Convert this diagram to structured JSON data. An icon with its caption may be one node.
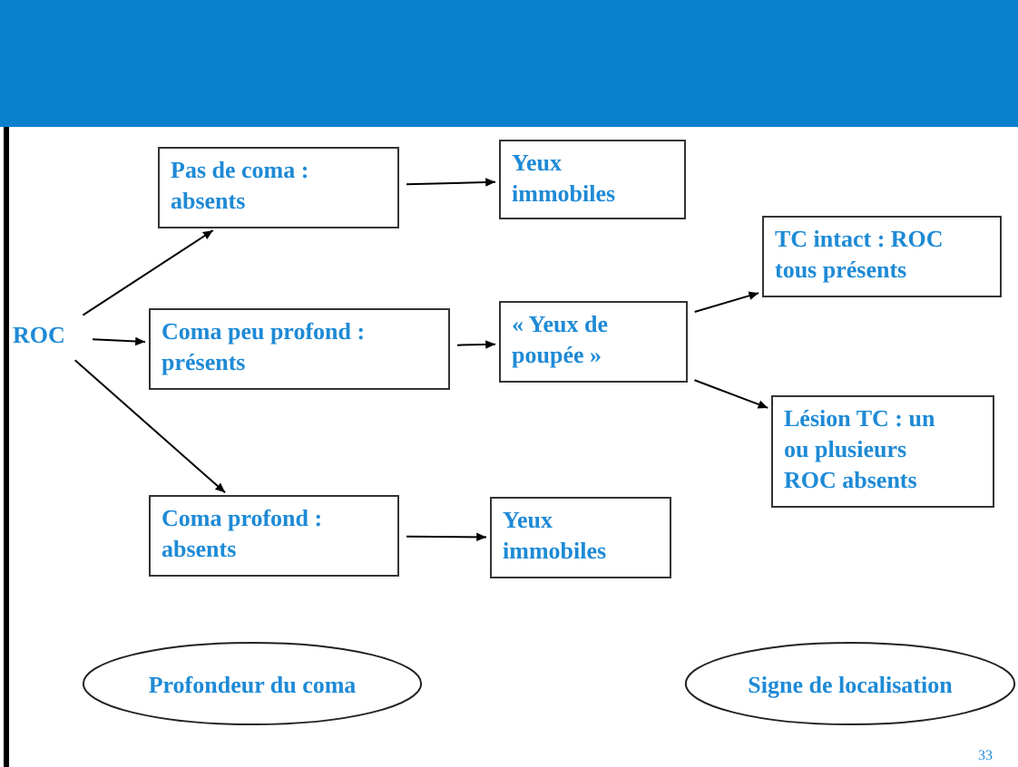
{
  "diagram": {
    "nodes": [
      {
        "text": [
          "ROC"
        ]
      },
      {
        "text": [
          "Pas de coma : absents"
        ]
      },
      {
        "text": [
          "Coma peu profond : présents"
        ]
      },
      {
        "text": [
          "Coma profond : absents"
        ]
      },
      {
        "text": [
          "Yeux immobiles"
        ]
      },
      {
        "text": [
          "« Yeux de poupée »"
        ]
      },
      {
        "text": [
          "Yeux immobiles"
        ]
      },
      {
        "text": [
          "TC intact : ROC tous présents"
        ]
      },
      {
        "text": [
          "Lésion TC : un ou plusieurs ROC absents"
        ]
      },
      {
        "text": [
          "Profondeur du coma"
        ]
      },
      {
        "text": [
          "Signe de localisation"
        ]
      }
    ],
    "edges": [
      {
        "from": 0,
        "to": 1,
        "arrow": "to"
      },
      {
        "from": 0,
        "to": 2,
        "arrow": "to"
      },
      {
        "from": 0,
        "to": 3,
        "arrow": "to"
      },
      {
        "from": 1,
        "to": 4,
        "arrow": "to"
      },
      {
        "from": 2,
        "to": 5,
        "arrow": "to"
      },
      {
        "from": 3,
        "to": 6,
        "arrow": "to"
      },
      {
        "from": 5,
        "to": 7,
        "arrow": "to"
      },
      {
        "from": 5,
        "to": 8,
        "arrow": "to"
      }
    ],
    "labels": [
      "33"
    ]
  }
}
